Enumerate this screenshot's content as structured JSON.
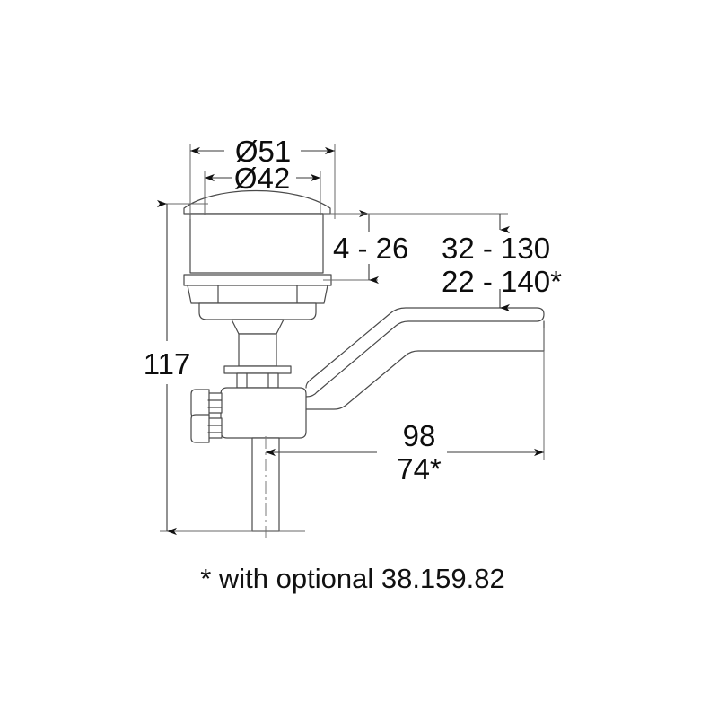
{
  "drawing": {
    "title": "Technical dimension drawing - basin waste / valve assembly",
    "line_color": "#4a4a4a",
    "text_color": "#0d0d0d",
    "background": "#ffffff",
    "dimensions": {
      "diameter_outer": "Ø51",
      "diameter_inner": "Ø42",
      "height_total": "117",
      "cap_range": "4 - 26",
      "reach_range_standard": "32 - 130",
      "reach_range_optional": "22 - 140*",
      "projection_standard": "98",
      "projection_optional": "74*"
    },
    "footnote": "* with optional 38.159.82"
  }
}
